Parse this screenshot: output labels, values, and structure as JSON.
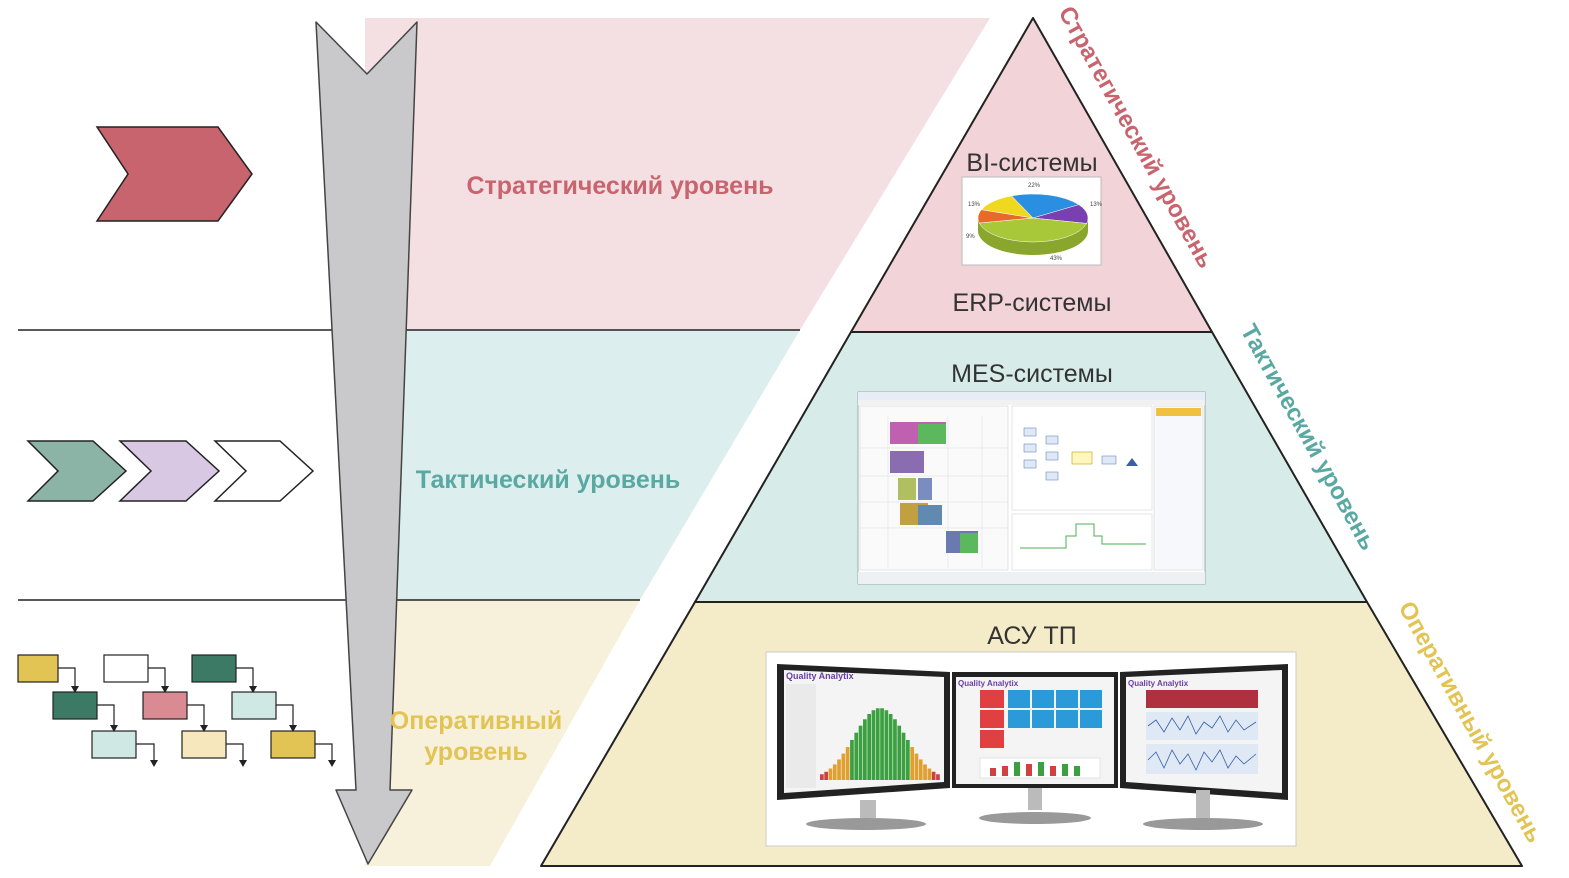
{
  "colors": {
    "strategic": "#c8646e",
    "tactical": "#5aa8a2",
    "operational": "#e2c454",
    "band_strategic": "#f4dfe2",
    "band_tactical": "#dcefee",
    "band_operational": "#f7f1dc",
    "arrow": "#c9c9cb"
  },
  "bands": {
    "strategic": "Стратегический уровень",
    "tactical": "Тактический уровень",
    "operational_line1": "Оперативный",
    "operational_line2": "уровень"
  },
  "pyramid": {
    "strategic": {
      "top": "BI-системы",
      "bottom": "ERP-системы",
      "side": "Стратегический уровень"
    },
    "tactical": {
      "top": "MES-системы",
      "side": "Тактический уровень"
    },
    "operational": {
      "top": "АСУ ТП",
      "side": "Оперативный уровень"
    }
  },
  "bi_chart": {
    "type": "pie",
    "values": [
      22,
      13,
      43,
      9,
      13
    ],
    "labels": [
      "22%",
      "13%",
      "43%",
      "9%",
      "13%"
    ],
    "colors": [
      "#2a8fe0",
      "#7a3fb0",
      "#a8c83a",
      "#e86a2a",
      "#f0d820"
    ]
  },
  "screens": {
    "brand": "Quality Analytix"
  },
  "icons": {
    "chevrons": "chevron-shape",
    "flow": "flowchart-boxes"
  }
}
